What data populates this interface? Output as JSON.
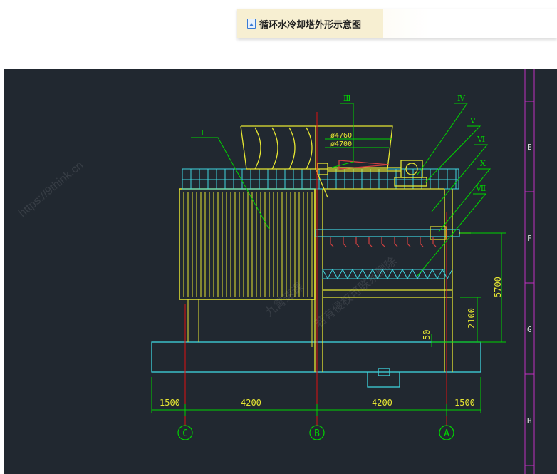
{
  "title_bar": {
    "icon": "image-file-icon",
    "title": "循环水冷却塔外形示意图"
  },
  "drawing": {
    "colors": {
      "background": "#212830",
      "structure": "#e6e632",
      "leaders": "#00d400",
      "dims": "#00d400",
      "water": "#3fd6e0",
      "axis": "#e01010",
      "frame": "#c030c0",
      "piping": "#d14040"
    },
    "callouts": [
      "Ⅰ",
      "Ⅲ",
      "Ⅳ",
      "Ⅴ",
      "Ⅵ",
      "Ⅹ",
      "Ⅶ"
    ],
    "fan_dims": [
      "ø4760",
      "ø4700"
    ],
    "vertical_dims": [
      "5700",
      "2100",
      "50"
    ],
    "horizontal_dims": [
      "1500",
      "4200",
      "4200",
      "1500"
    ],
    "axis_labels": [
      "C",
      "B",
      "A"
    ],
    "row_labels": [
      "E",
      "F",
      "G",
      "H"
    ],
    "watermark": [
      "九霄速课",
      "https://9think.cn",
      "若有侵权可联系删除"
    ]
  }
}
